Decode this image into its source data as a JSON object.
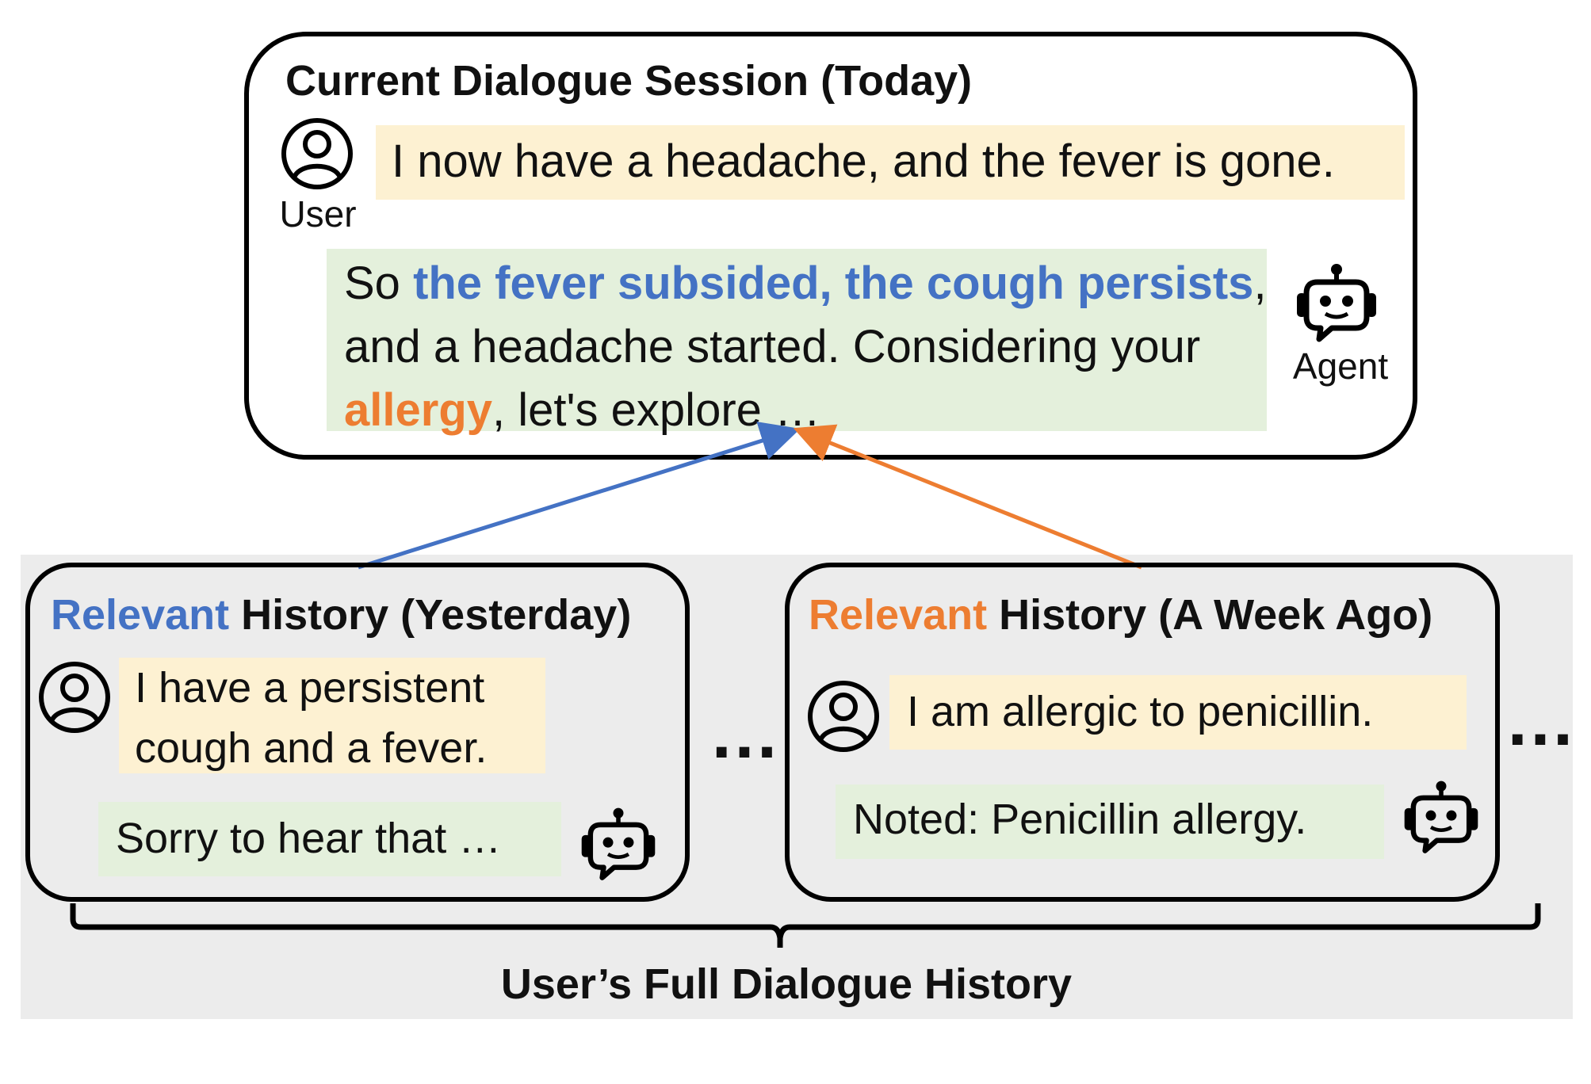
{
  "session": {
    "title": "Current Dialogue Session (Today)",
    "user_label": "User",
    "agent_label": "Agent",
    "user_message": "I now have a headache, and the fever is gone.",
    "agent_message": {
      "part1": "So ",
      "highlight_blue": "the fever subsided, the cough persists",
      "part2": ",",
      "line2": "and a headache started. Considering your",
      "highlight_orange": "allergy",
      "part3": ", let's explore …"
    }
  },
  "history_yesterday": {
    "title_highlight": "Relevant",
    "title_rest": " History (Yesterday)",
    "user_message_line1": "I have a persistent",
    "user_message_line2": "cough and a fever.",
    "agent_message": "Sorry to hear that …"
  },
  "history_week": {
    "title_highlight": "Relevant",
    "title_rest": " History (A Week Ago)",
    "user_message": "I am allergic to penicillin.",
    "agent_message": "Noted: Penicillin allergy."
  },
  "ellipsis": "…",
  "full_history_label": "User’s Full Dialogue History",
  "colors": {
    "blue": "#4472c4",
    "orange": "#ed7d31",
    "user_bubble": "#fdf1d2",
    "agent_bubble": "#e4f0dc",
    "panel_bg": "#ececec"
  },
  "icons": [
    "user-icon",
    "robot-agent-icon"
  ]
}
